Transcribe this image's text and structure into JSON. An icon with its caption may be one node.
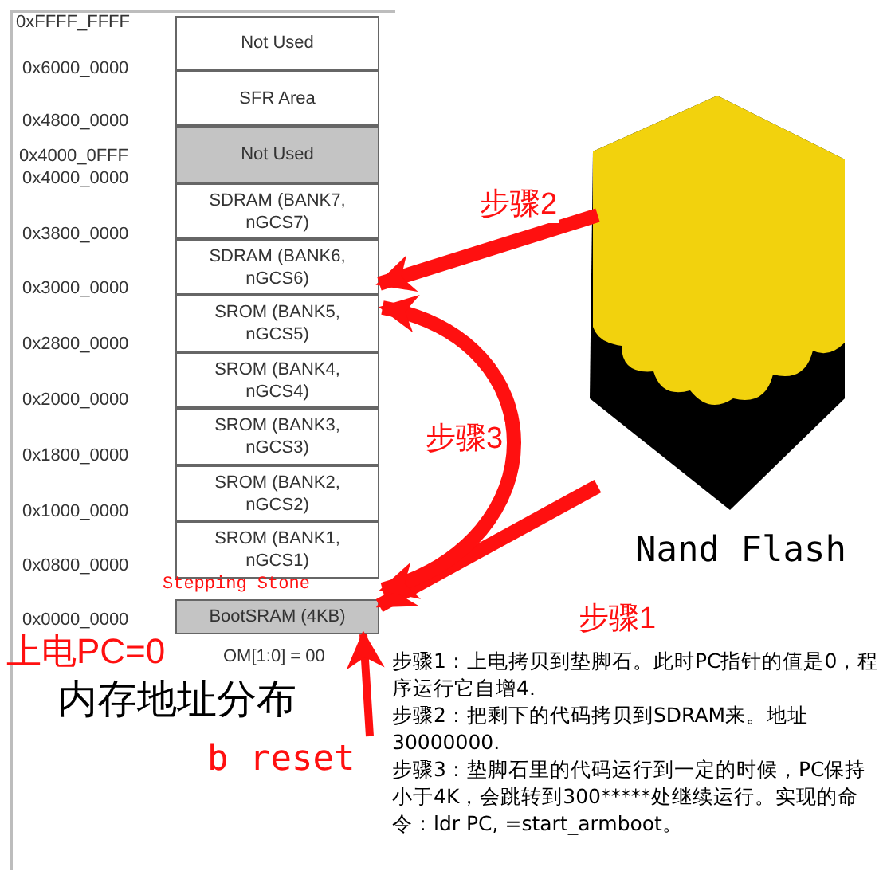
{
  "diagram": {
    "title": "内存地址分布",
    "nodes": [
      {
        "text": [
          "Not Used"
        ]
      },
      {
        "text": [
          "SFR Area"
        ]
      },
      {
        "text": [
          "Not Used"
        ]
      },
      {
        "text": [
          "SDRAM (BANK7, nGCS7)"
        ]
      },
      {
        "text": [
          "SDRAM (BANK6, nGCS6)"
        ]
      },
      {
        "text": [
          "SROM (BANK5, nGCS5)"
        ]
      },
      {
        "text": [
          "SROM (BANK4, nGCS4)"
        ]
      },
      {
        "text": [
          "SROM (BANK3, nGCS3)"
        ]
      },
      {
        "text": [
          "SROM (BANK2, nGCS2)"
        ]
      },
      {
        "text": [
          "SROM (BANK1, nGCS1)"
        ]
      },
      {
        "text": [
          "BootSRAM (4KB)"
        ],
        "beside": [
          "Stepping Stone"
        ]
      },
      {
        "text": [
          "Nand Flash"
        ]
      },
      {
        "text": [
          "b reset"
        ]
      }
    ],
    "edges": [
      {
        "from": 11,
        "to": 10,
        "arrow": "to",
        "label": "步骤1"
      },
      {
        "from": 11,
        "to": 4,
        "arrow": "to",
        "label": "步骤2"
      },
      {
        "from": 10,
        "to": 4,
        "arrow": "both",
        "label": "步骤3"
      },
      {
        "from": 12,
        "to": 10,
        "arrow": "to"
      }
    ],
    "labels": [
      "0xFFFF_FFFF",
      "0x6000_0000",
      "0x4800_0000",
      "0x4000_0FFF",
      "0x4000_0000",
      "0x3800_0000",
      "0x3000_0000",
      "0x2800_0000",
      "0x2000_0000",
      "0x1800_0000",
      "0x1000_0000",
      "0x0800_0000",
      "0x0000_0000",
      "上电PC=0",
      "OM[1:0] = 00",
      "步骤1：上电拷贝到垫脚石。此时PC指针的值是0，程序运行它自增4.",
      "步骤2：把剩下的代码拷贝到SDRAM来。地址30000000.",
      "步骤3：垫脚石里的代码运行到一定的时候，PC保持小于4K，会跳转到300*****处继续运行。实现的命令：ldr PC, =start_armboot。"
    ]
  }
}
